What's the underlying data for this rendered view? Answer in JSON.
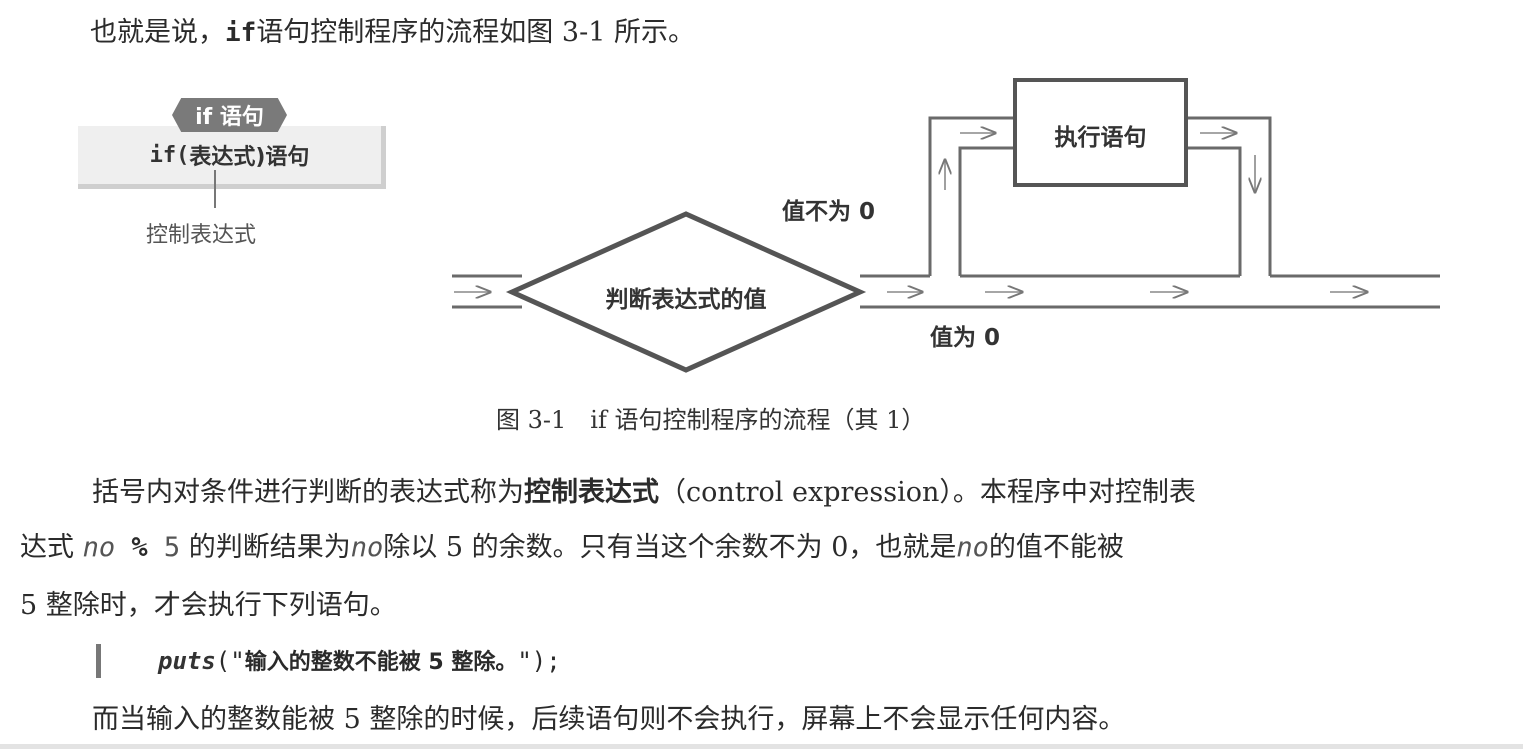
{
  "intro": {
    "prefix": "也就是说，",
    "keyword": "if",
    "suffix": "语句控制程序的流程如图 3-1 所示。"
  },
  "syntax": {
    "tab_label": "if 语句",
    "form_prefix": "if(",
    "form_middle": "表达式",
    "form_suffix": ")语句",
    "annotation": "控制表达式"
  },
  "flowchart": {
    "decision_label": "判断表达式的值",
    "action_label": "执行语句",
    "nonzero_label": "值不为 0",
    "zero_label": "值为 0"
  },
  "figure_caption": "图 3-1　if 语句控制程序的流程（其 1）",
  "paragraph": {
    "l1_a": "括号内对条件进行判断的表达式称为",
    "l1_term": "控制表达式",
    "l1_b": "（control expression）。本程序中对控制表",
    "l2_a": "达式",
    "l2_var1": "no",
    "l2_op": " % ",
    "l2_num": "5",
    "l2_b": "的判断结果为",
    "l2_var2": "no",
    "l2_c": "除以 5 的余数。只有当这个余数不为 0，也就是",
    "l2_var3": "no",
    "l2_d": "的值不能被",
    "l3": "5 整除时，才会执行下列语句。"
  },
  "code": {
    "func": "puts",
    "open": "(\"",
    "string": "输入的整数不能被 5 整除。",
    "close": "\");"
  },
  "closing": "而当输入的整数能被 5 整除的时候，后续语句则不会执行，屏幕上不会显示任何内容。"
}
